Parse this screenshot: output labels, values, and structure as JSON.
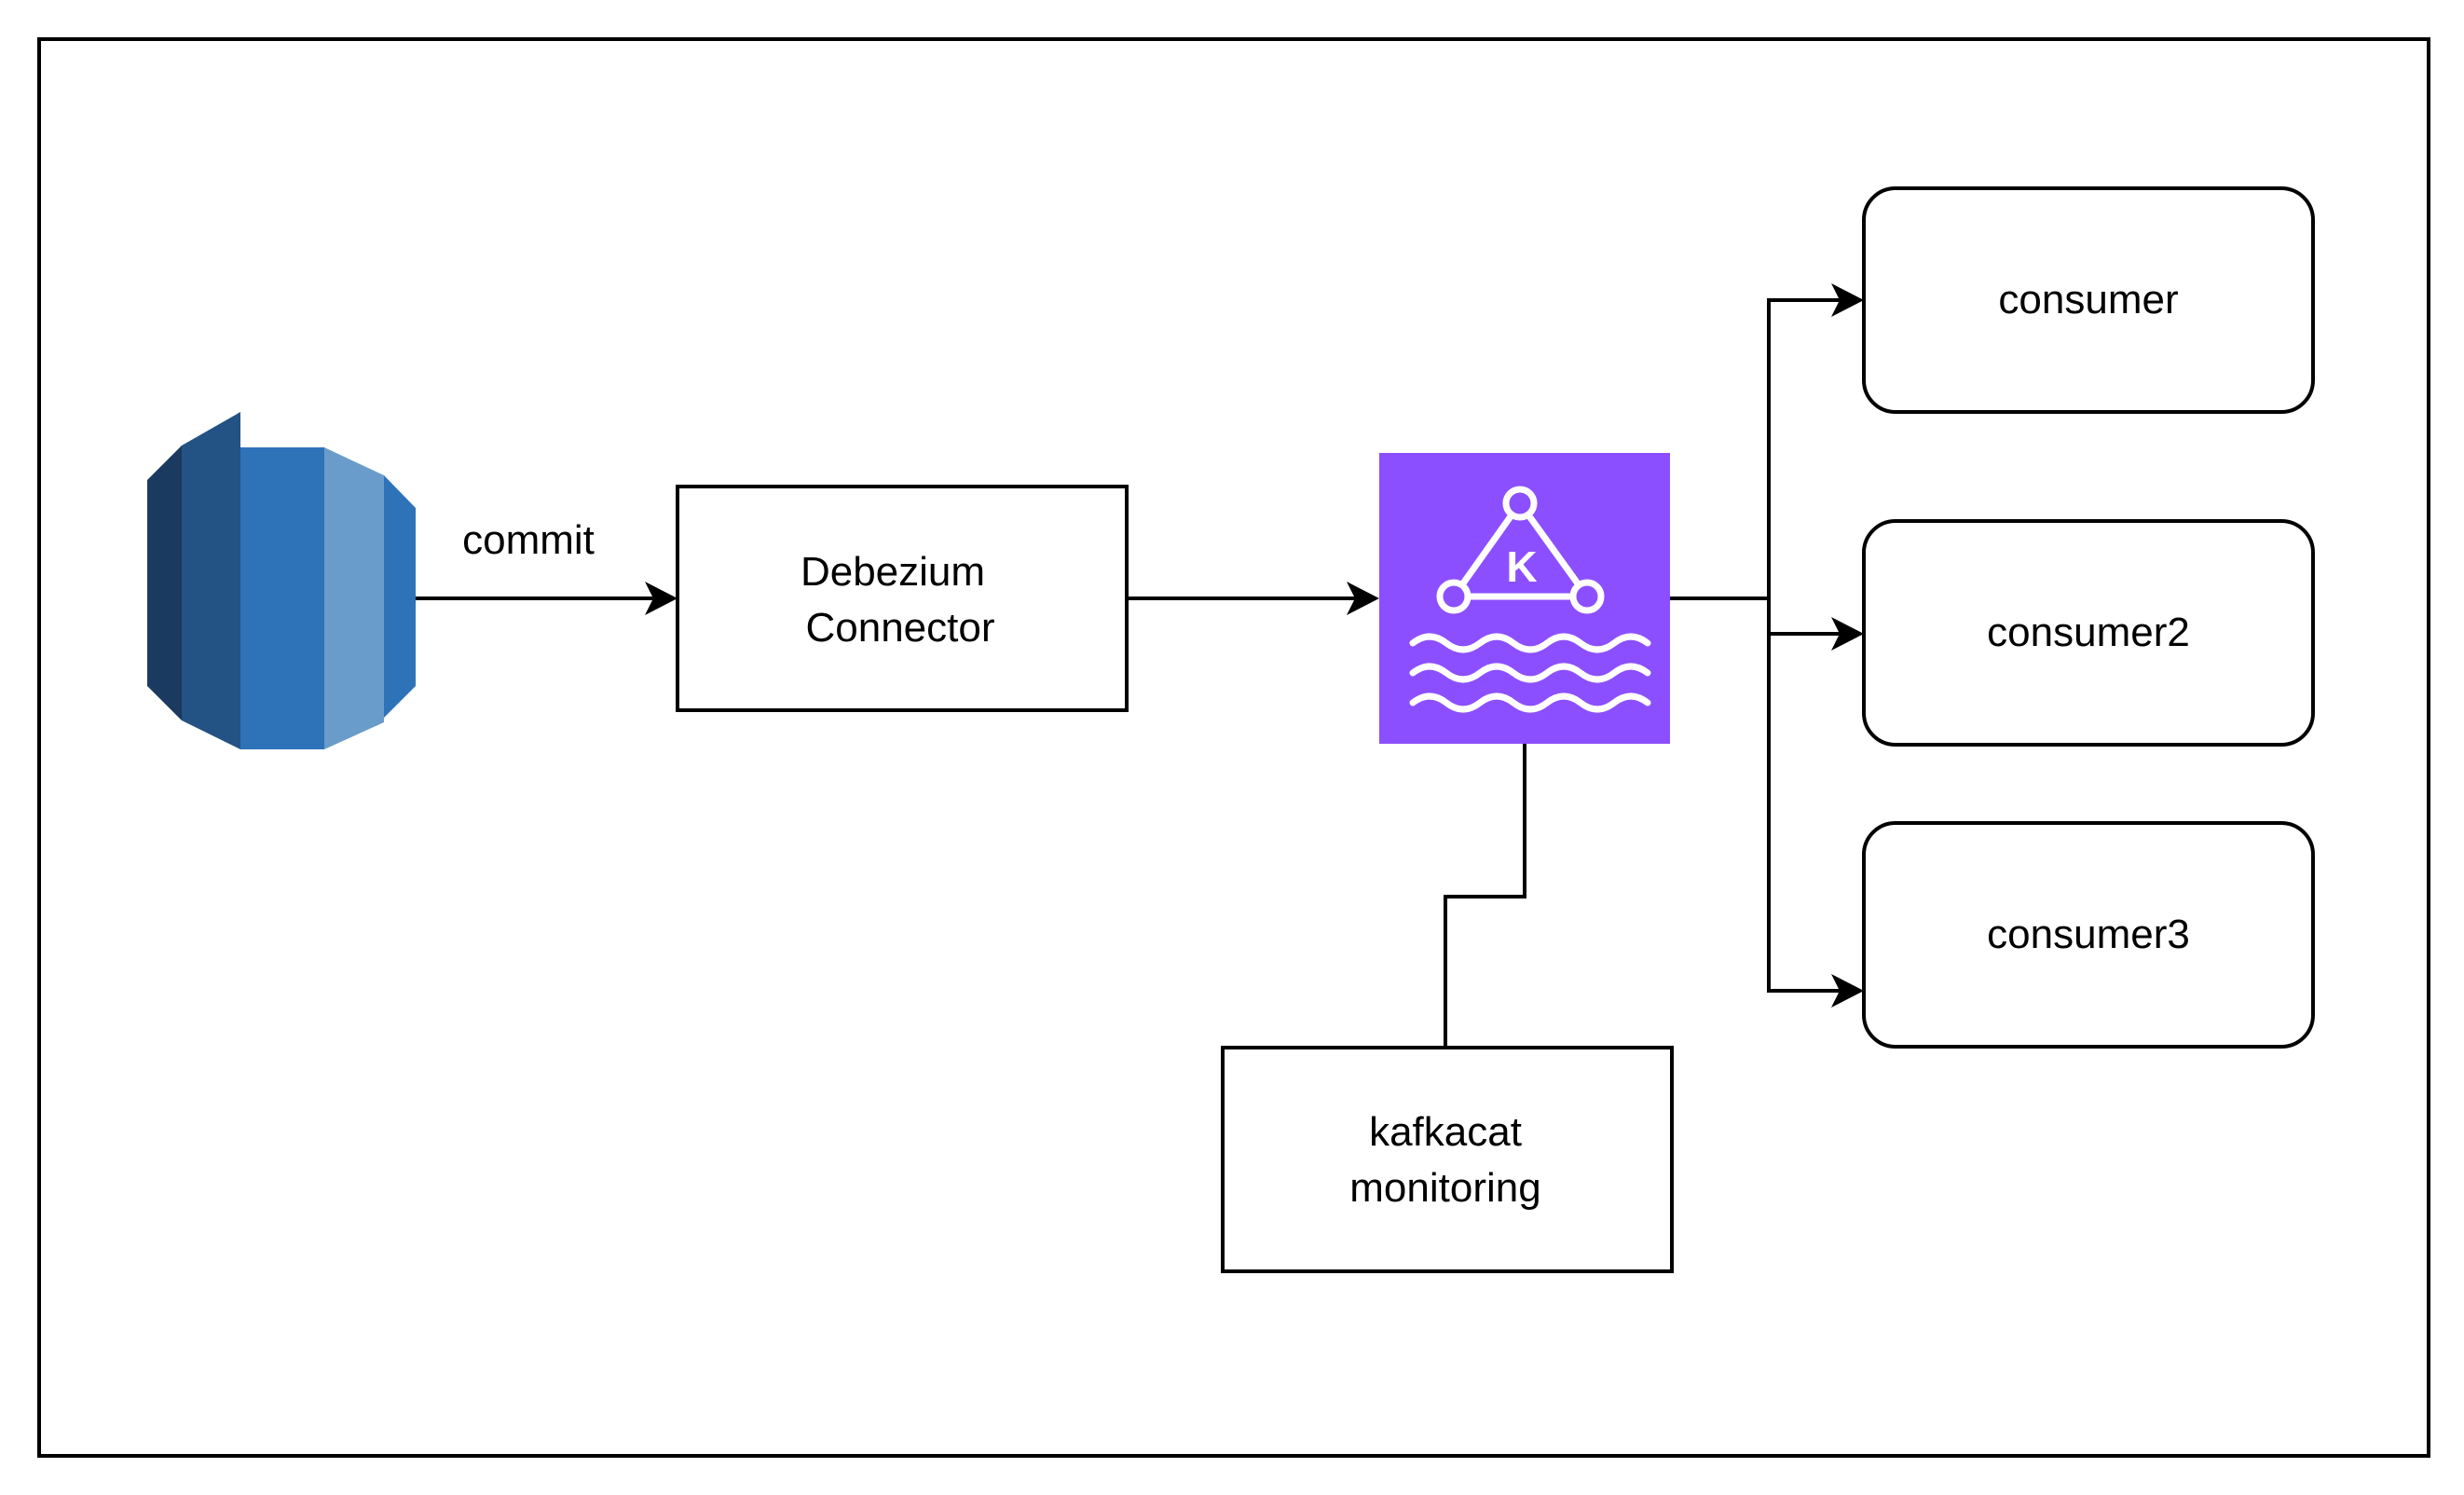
{
  "nodes": {
    "database": {
      "icon": "rds-database-icon"
    },
    "connector": {
      "line1": "Debezium",
      "line2": "Connector"
    },
    "kafka": {
      "icon": "kafka-msk-icon",
      "letter": "K",
      "color": "#8C4FFF"
    },
    "consumer1": {
      "label": "consumer"
    },
    "consumer2": {
      "label": "consumer2"
    },
    "consumer3": {
      "label": "consumer3"
    },
    "monitor": {
      "line1": "kafkacat",
      "line2": "monitoring"
    }
  },
  "edges": {
    "commit": {
      "label": "commit"
    }
  },
  "colors": {
    "db_dark": "#1B3A60",
    "db_mid_dark": "#235284",
    "db_mid": "#2E73B8",
    "db_light": "#6A9CCB",
    "kafka": "#8C4FFF",
    "stroke": "#000000"
  }
}
